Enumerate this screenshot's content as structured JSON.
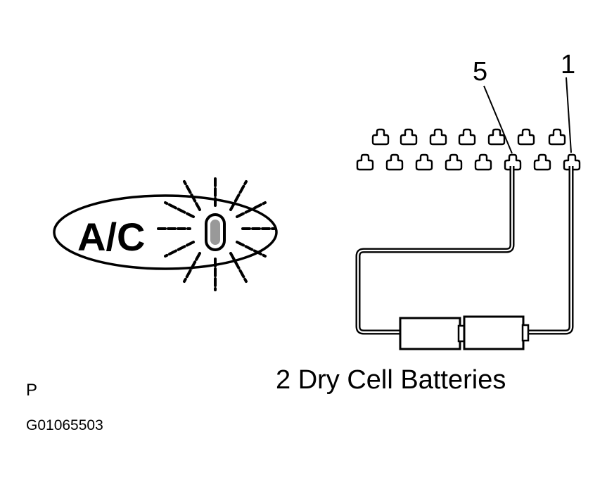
{
  "diagram": {
    "ac_indicator_label": "A/C",
    "terminal_labels": {
      "left": "5",
      "right": "1"
    },
    "battery_caption": "2 Dry Cell Batteries",
    "corner_letter": "P",
    "figure_code": "G01065503"
  },
  "colors": {
    "line": "#000000",
    "background": "#ffffff"
  }
}
